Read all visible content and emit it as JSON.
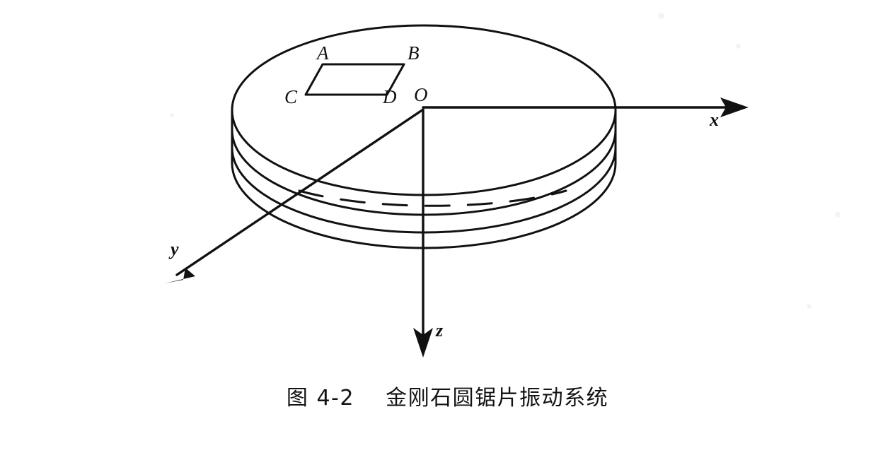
{
  "figure": {
    "caption": "图 4-2    金刚石圆锯片振动系统",
    "caption_number": "图 4-2",
    "caption_title": "金刚石圆锯片振动系统",
    "background_color": "#ffffff",
    "ink_color": "#111111",
    "subject": "diamond circular saw blade vibration system",
    "vertex_labels": {
      "A": "A",
      "B": "B",
      "C": "C",
      "D": "D",
      "O": "O"
    },
    "axis_labels": {
      "x": "x",
      "y": "y",
      "z": "z"
    },
    "geometry": {
      "shape": "circular disc (cylinder) with coordinate axes",
      "element_on_top_face": "parallelogram ABCD",
      "disc_center": "O",
      "x_axis_direction": "right, in plane of disc",
      "y_axis_direction": "down-left, in plane of disc",
      "z_axis_direction": "straight down, normal to disc"
    }
  }
}
